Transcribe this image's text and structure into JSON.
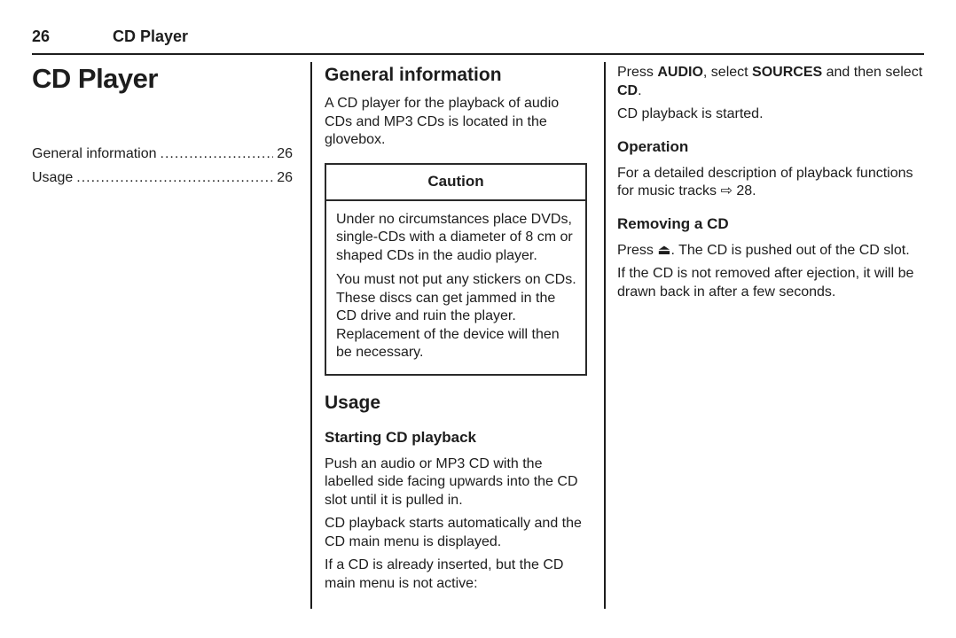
{
  "header": {
    "page_number": "26",
    "chapter_title": "CD Player"
  },
  "sidebar": {
    "title": "CD Player",
    "leader_dots": "........................................................................................................................",
    "toc": [
      {
        "label": "General information",
        "page": "26"
      },
      {
        "label": "Usage",
        "page": "26"
      }
    ]
  },
  "middle": {
    "general": {
      "heading": "General information",
      "intro": "A CD player for the playback of audio CDs and MP3 CDs is located in the glovebox.",
      "caution": {
        "title": "Caution",
        "paragraphs": [
          "Under no circumstances place DVDs, single-CDs with a diameter of 8 cm or shaped CDs in the audio player.",
          "You must not put any stickers on CDs. These discs can get jammed in the CD drive and ruin the player. Replacement of the device will then be necessary."
        ]
      }
    },
    "usage": {
      "heading": "Usage",
      "subheading": "Starting CD playback",
      "paragraphs": [
        "Push an audio or MP3 CD with the labelled side facing upwards into the CD slot until it is pulled in.",
        "CD playback starts automatically and the CD main menu is displayed.",
        "If a CD is already inserted, but the CD main menu is not active:"
      ]
    }
  },
  "right": {
    "start": {
      "p1_segments": [
        {
          "text": "Press "
        },
        {
          "text": "AUDIO",
          "bold": true
        },
        {
          "text": ", select "
        },
        {
          "text": "SOURCES",
          "bold": true
        },
        {
          "text": " and then select "
        },
        {
          "text": "CD",
          "bold": true
        },
        {
          "text": "."
        }
      ],
      "p2": "CD playback is started."
    },
    "operation": {
      "subheading": "Operation",
      "body_segments": [
        {
          "text": "For a detailed description of playback functions for music tracks "
        },
        {
          "text": "⇨",
          "icon": "page-reference-arrow-icon"
        },
        {
          "text": " 28."
        }
      ]
    },
    "removing": {
      "subheading": "Removing a CD",
      "p1_segments": [
        {
          "text": "Press "
        },
        {
          "text": "⏏",
          "icon": "eject-icon"
        },
        {
          "text": ". The CD is pushed out of the CD slot."
        }
      ],
      "p2": "If the CD is not removed after ejection, it will be drawn back in after a few seconds."
    }
  },
  "colors": {
    "text": "#1d1d1d",
    "rule": "#1d1d1d",
    "background": "#ffffff"
  }
}
